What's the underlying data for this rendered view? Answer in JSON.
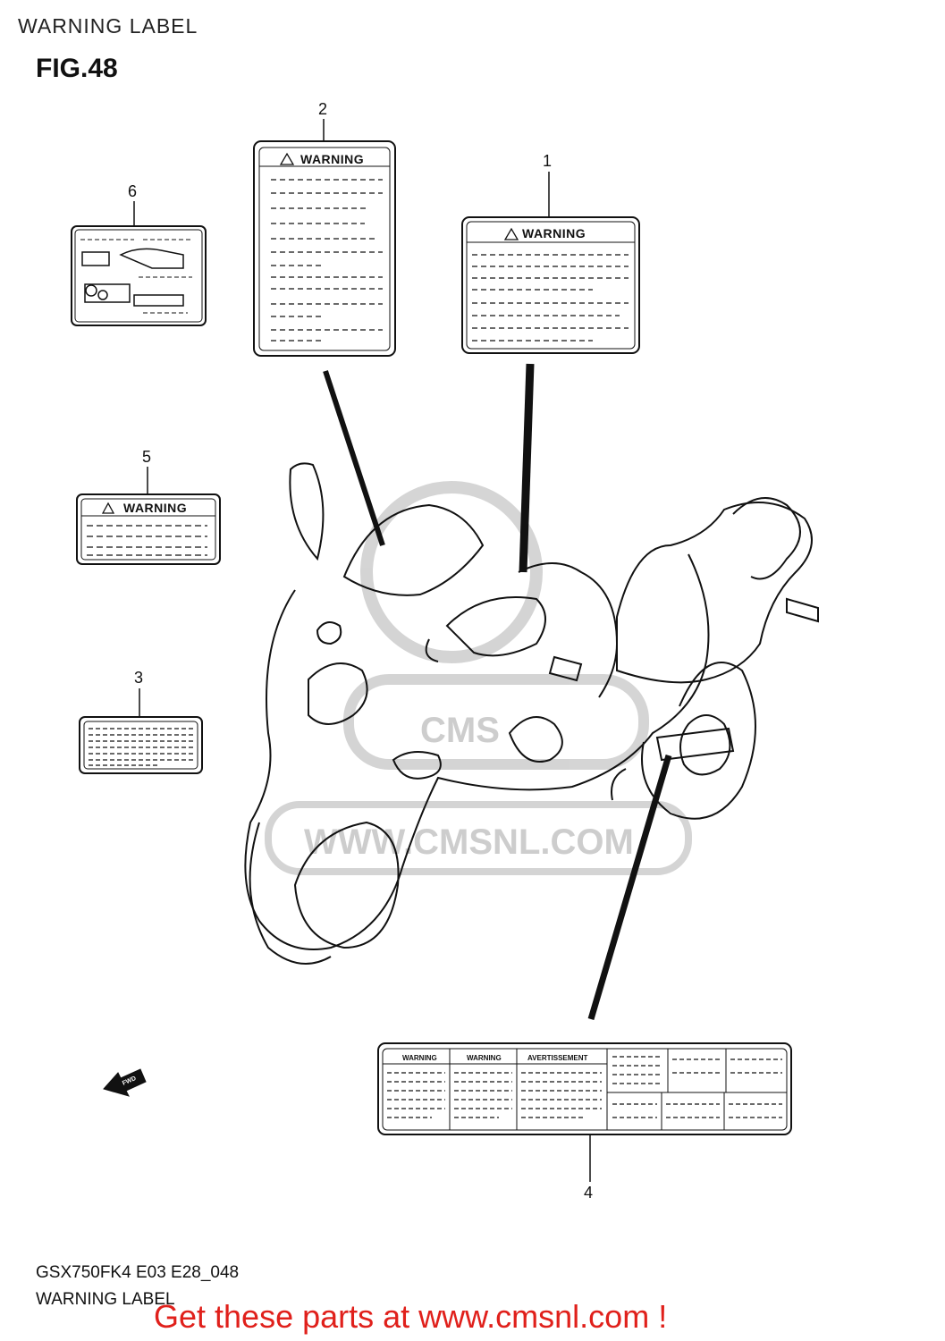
{
  "header": {
    "section": "WARNING LABEL",
    "figure": "FIG.48"
  },
  "callouts": [
    "1",
    "2",
    "3",
    "4",
    "5",
    "6"
  ],
  "labels": {
    "warning": "WARNING",
    "avertissement": "AVERTISSEMENT",
    "fwd": "FWD"
  },
  "watermark": {
    "brand": "CMS",
    "site": "WWW.CMSNL.COM"
  },
  "footer": {
    "model_code": "GSX750FK4 E03 E28_048",
    "title": "WARNING LABEL",
    "promo": "Get these parts at www.cmsnl.com !"
  },
  "colors": {
    "line": "#111111",
    "watermark": "#c8c8c8",
    "promo": "#e0201b"
  }
}
